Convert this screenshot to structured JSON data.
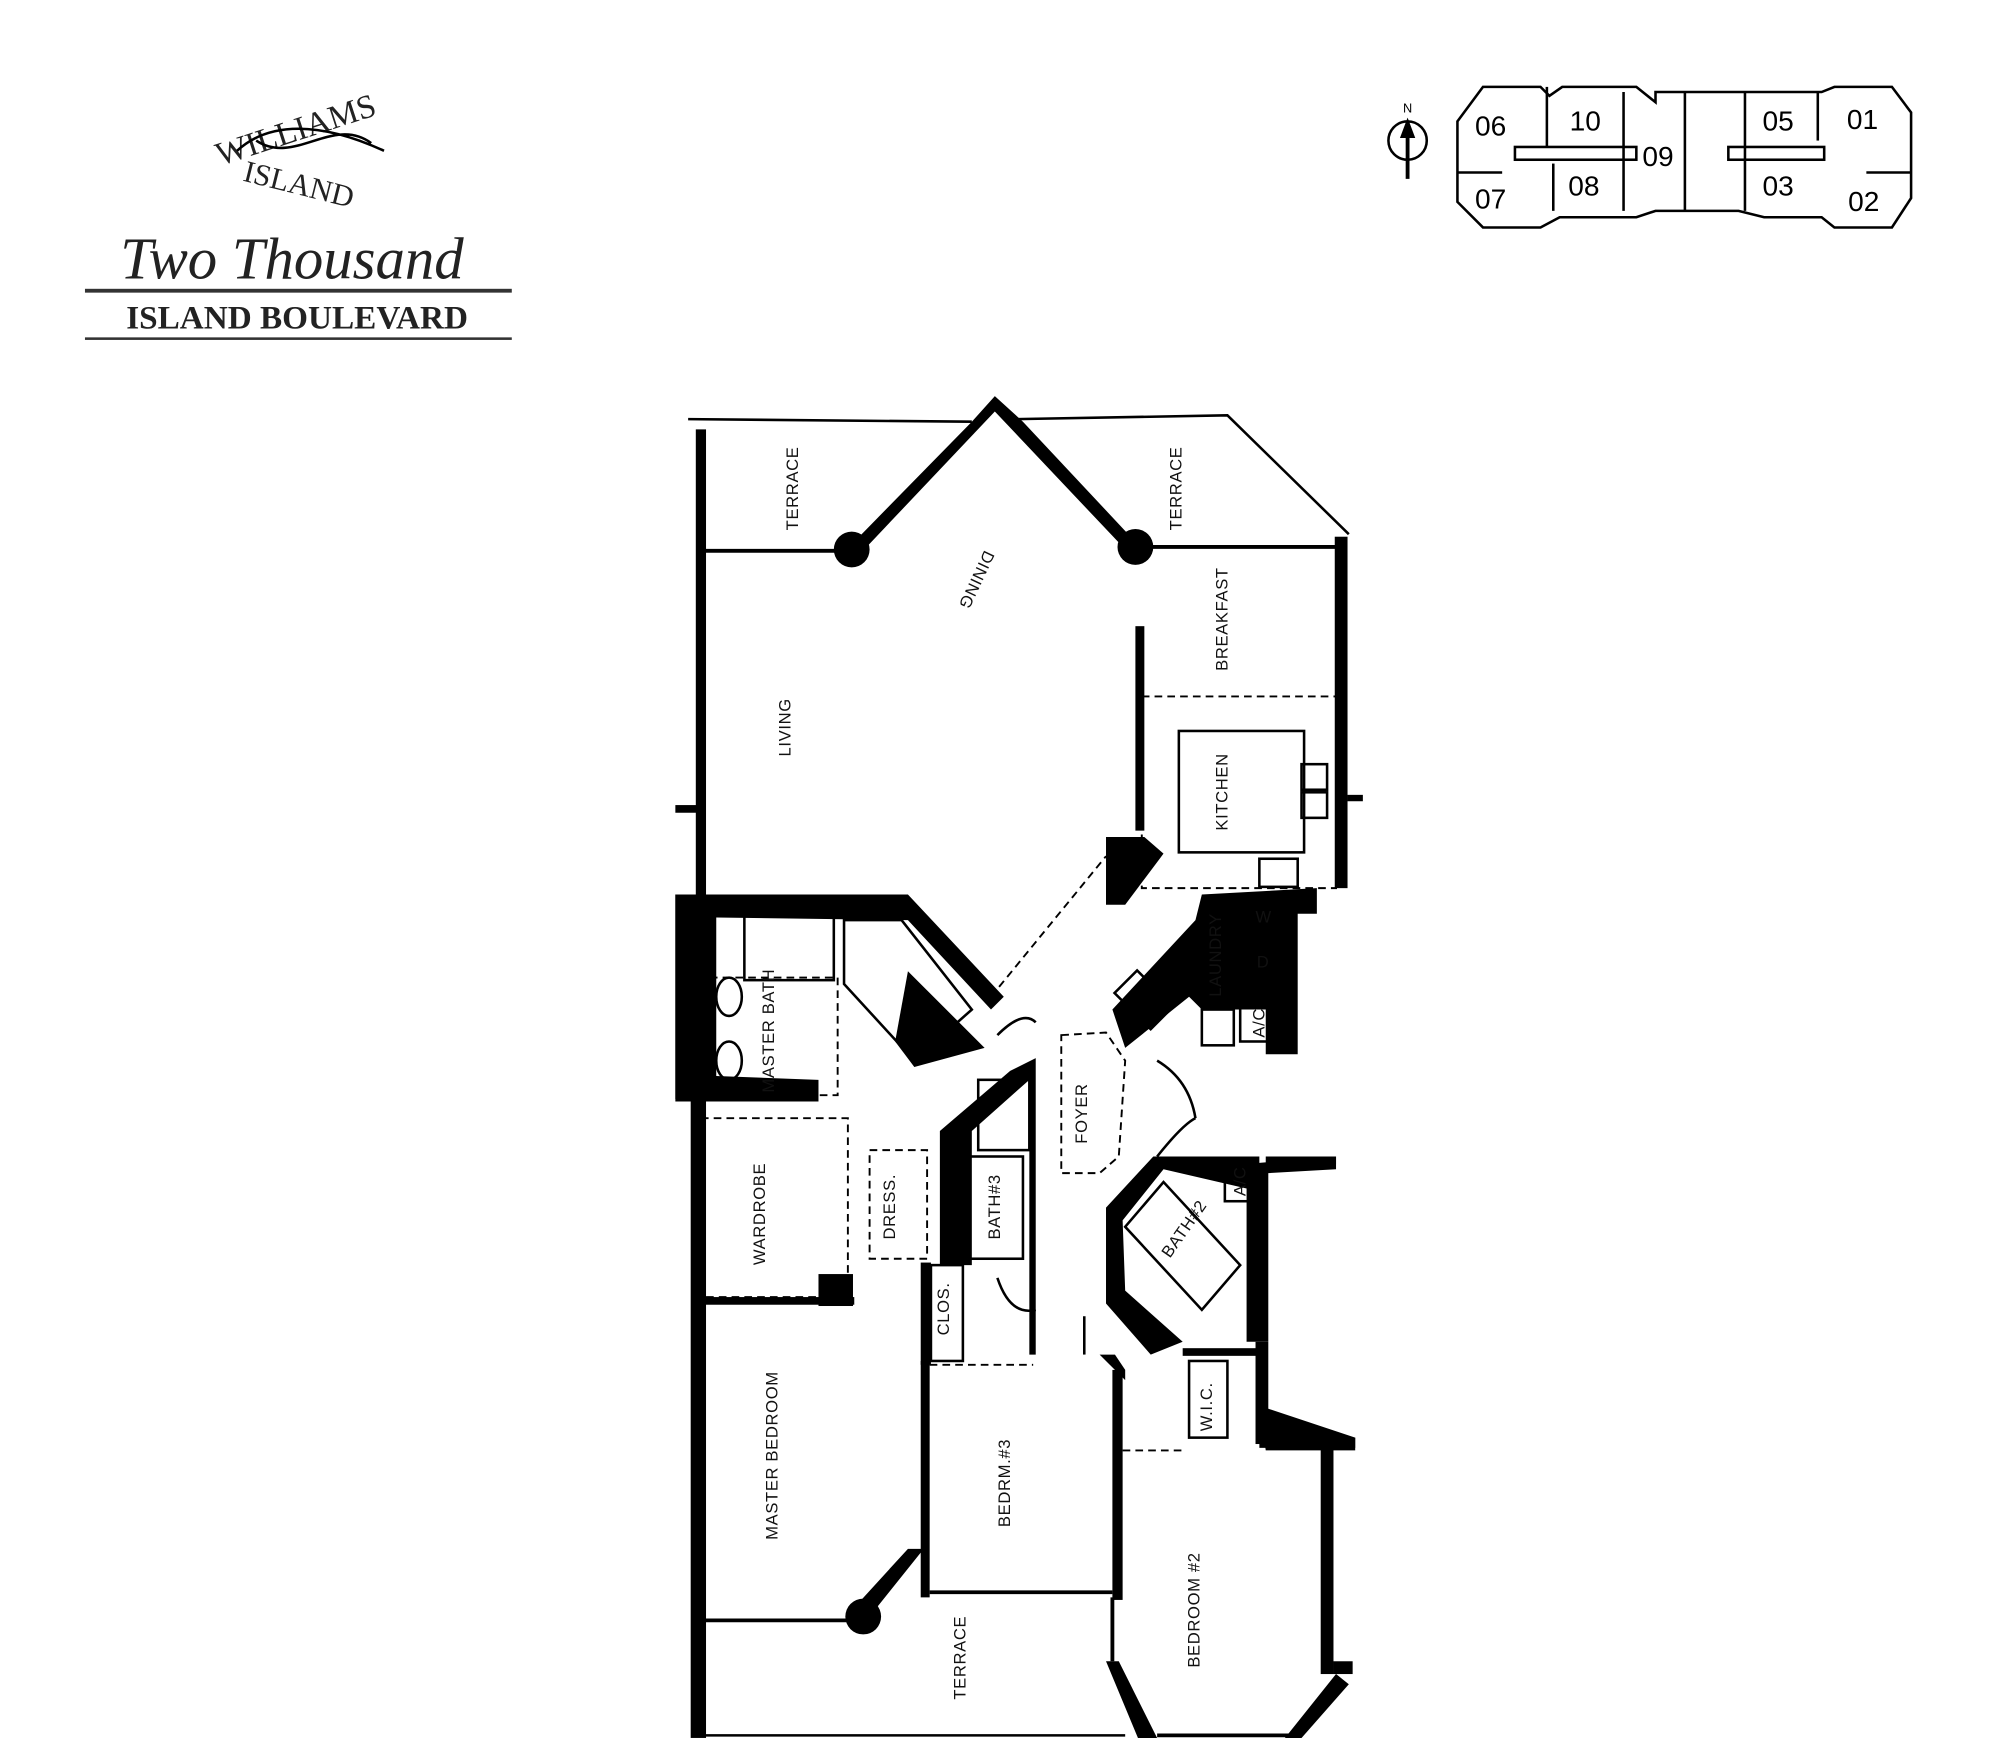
{
  "logo": {
    "line1": "WILLIAMS",
    "line2": "ISLAND",
    "script_title": "Two Thousand",
    "subtitle": "ISLAND BOULEVARD"
  },
  "key_plan": {
    "north_label": "N",
    "units": [
      "06",
      "10",
      "09",
      "05",
      "01",
      "07",
      "08",
      "03",
      "02"
    ]
  },
  "rooms": {
    "terrace_nw": "TERRACE",
    "terrace_ne": "TERRACE",
    "dining": "DINING",
    "living": "LIVING",
    "breakfast": "BREAKFAST",
    "kitchen": "KITCHEN",
    "laundry": "LAUNDRY",
    "master_bath": "MASTER BATH",
    "foyer": "FOYER",
    "wardrobe": "WARDROBE",
    "dress": "DRESS.",
    "bath3": "BATH#3",
    "bath2": "BATH#2",
    "clos": "CLOS.",
    "ac1": "A/C",
    "ac2": "A/C",
    "washer": "W",
    "dryer": "D",
    "wic": "W.I.C.",
    "master_bedroom": "MASTER BEDROOM",
    "bedroom3": "BEDRM.#3",
    "bedroom2": "BEDROOM #2",
    "terrace_s": "TERRACE"
  }
}
